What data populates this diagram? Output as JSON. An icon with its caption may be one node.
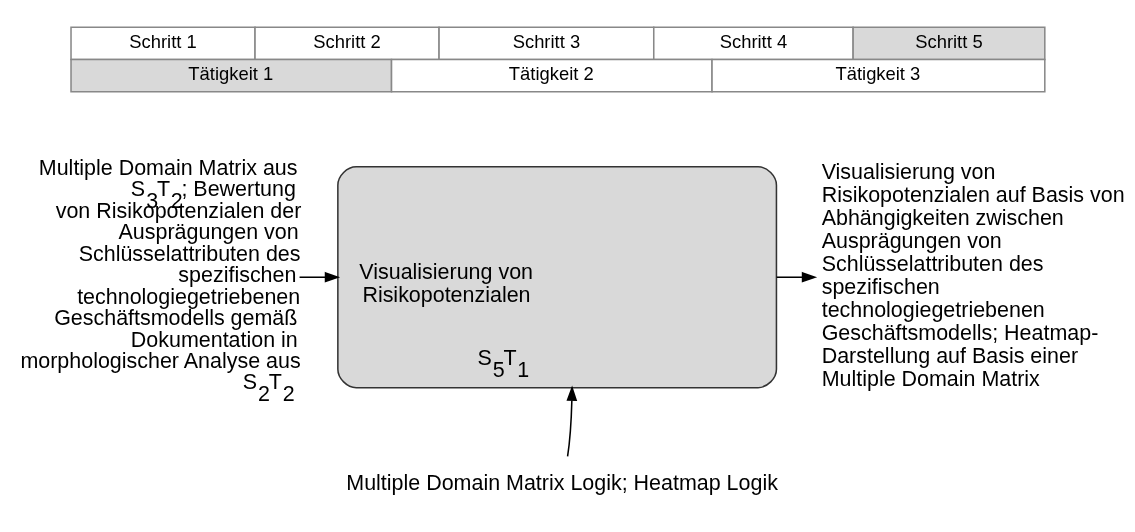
{
  "diagram": {
    "nodes": [
      {
        "text": [
          "Multiple Domain Matrix aus S$_{3}$T$_{2}$; Bewertung von Risikopotenzialen der Ausprägungen von Schlüsselattributen des spezifischen technologiegetriebenen Geschäftsmodells gemäß Dokumentation in morphologischer Analyse aus S$_{2}$T$_{2}$"
        ]
      },
      {
        "text": [
          "Visualisierung von Risikopotenzialen",
          "S$_{5}$T$_{1}$"
        ]
      },
      {
        "text": [
          "Visualisierung von Risikopotenzialen auf Basis von Abhängigkeiten zwischen Ausprägungen von Schlüsselattributen des spezifischen technologiegetriebenen Geschäftsmodells; Heatmap-Darstellung auf Basis einer Multiple Domain Matrix"
        ]
      },
      {
        "text": [
          "Multiple Domain Matrix Logik; Heatmap Logik"
        ]
      }
    ],
    "edges": [
      {
        "from": 0,
        "to": 1,
        "arrow": "to"
      },
      {
        "from": 1,
        "to": 2,
        "arrow": "to"
      },
      {
        "from": 3,
        "to": 1,
        "arrow": "to"
      }
    ],
    "labels": [
      "Schritt 1",
      "Schritt 2",
      "Schritt 3",
      "Schritt 4",
      "Schritt 5",
      "Tätigkeit 1",
      "Tätigkeit 2",
      "Tätigkeit 3"
    ]
  }
}
